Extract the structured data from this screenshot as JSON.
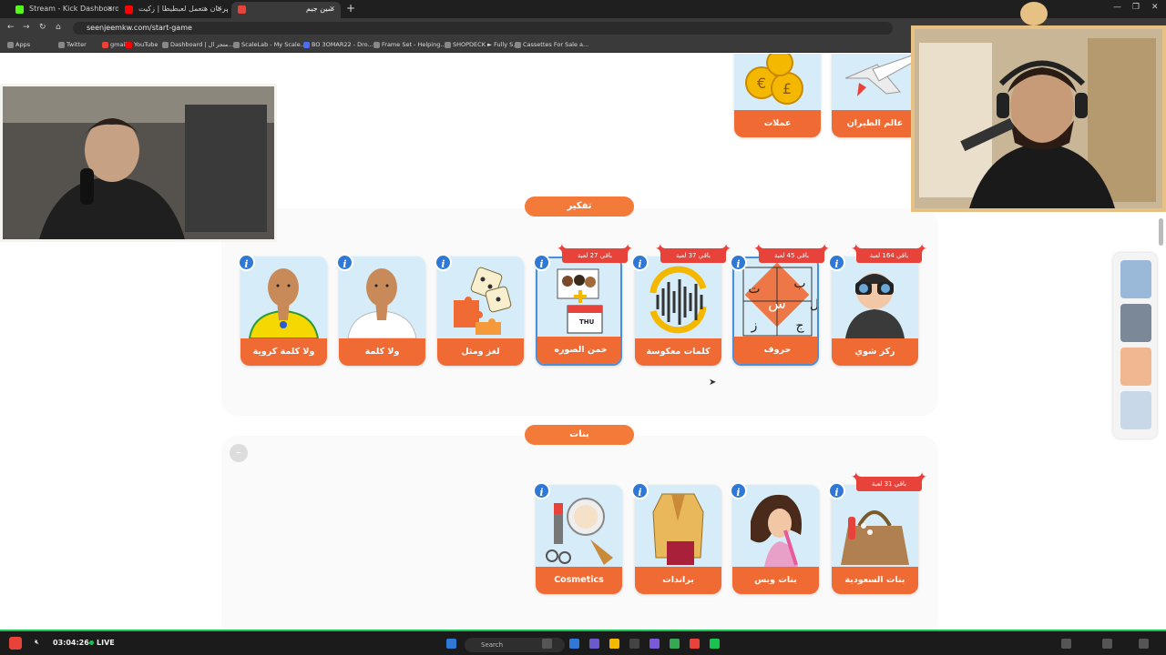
{
  "browser": {
    "tabs": [
      {
        "title": "Stream - Kick Dashboard",
        "fav_color": "#53fc18"
      },
      {
        "title": "مهرجان هتعمل لعبطيطا | زكيت",
        "fav_color": "#ff0000"
      },
      {
        "title": "سين جيم",
        "fav_color": "#e8433a"
      }
    ],
    "url": "seenjeemkw.com/start-game",
    "bookmarks": [
      "Apps",
      "Twitter",
      "gmail",
      "YouTube",
      "Dashboard | متجر ال...",
      "ScaleLab - My Scale...",
      "BO 3OMAR22 - Dro...",
      "Frame Set - Helping...",
      "SHOPDECK ► Fully S...",
      "Cassettes For Sale a..."
    ]
  },
  "sections": [
    {
      "title": "تفكير",
      "cards": [
        {
          "label": "ركز شوي",
          "ribbon": "باقي 164 لعبة",
          "selected": false,
          "art": "binoculars-man"
        },
        {
          "label": "حروف",
          "ribbon": "باقي 45 لعبة",
          "selected": true,
          "art": "letters-grid",
          "letters": [
            "ب",
            "ت",
            "س",
            "ج",
            "ز",
            "ل"
          ]
        },
        {
          "label": "كلمات معكوسة",
          "ribbon": "باقي 37 لعبة",
          "selected": false,
          "art": "sound-wave"
        },
        {
          "label": "خمن الصوره",
          "ribbon": "باقي 27 لعبة",
          "selected": true,
          "art": "photo-collage",
          "calendar": "THU"
        },
        {
          "label": "لغز ومثل",
          "ribbon": "",
          "selected": false,
          "art": "dice-puzzle"
        },
        {
          "label": "ولا كلمة",
          "ribbon": "",
          "selected": false,
          "art": "silent-man-white"
        },
        {
          "label": "ولا كلمة كروية",
          "ribbon": "",
          "selected": false,
          "art": "silent-man-brazil"
        }
      ]
    },
    {
      "title": "بنات",
      "cards": [
        {
          "label": "بنات السعودية",
          "ribbon": "باقي 31 لعبة",
          "selected": false,
          "art": "handbag"
        },
        {
          "label": "بنات وبس",
          "ribbon": "",
          "selected": false,
          "art": "woman-hair"
        },
        {
          "label": "براندات",
          "ribbon": "",
          "selected": false,
          "art": "blazer"
        },
        {
          "label": "Cosmetics",
          "ribbon": "",
          "selected": false,
          "art": "makeup"
        }
      ]
    }
  ],
  "top_cards": [
    {
      "label": "عالم الطيران",
      "art": "airplane"
    },
    {
      "label": "عملات",
      "art": "coins"
    }
  ],
  "taskbar": {
    "timer": "03:04:26",
    "live": "LIVE",
    "search_placeholder": "Search"
  },
  "colors": {
    "orange": "#f06a33",
    "ribbon": "#e8433a",
    "info": "#2f78d6",
    "card_bg": "#d6ecf8"
  }
}
